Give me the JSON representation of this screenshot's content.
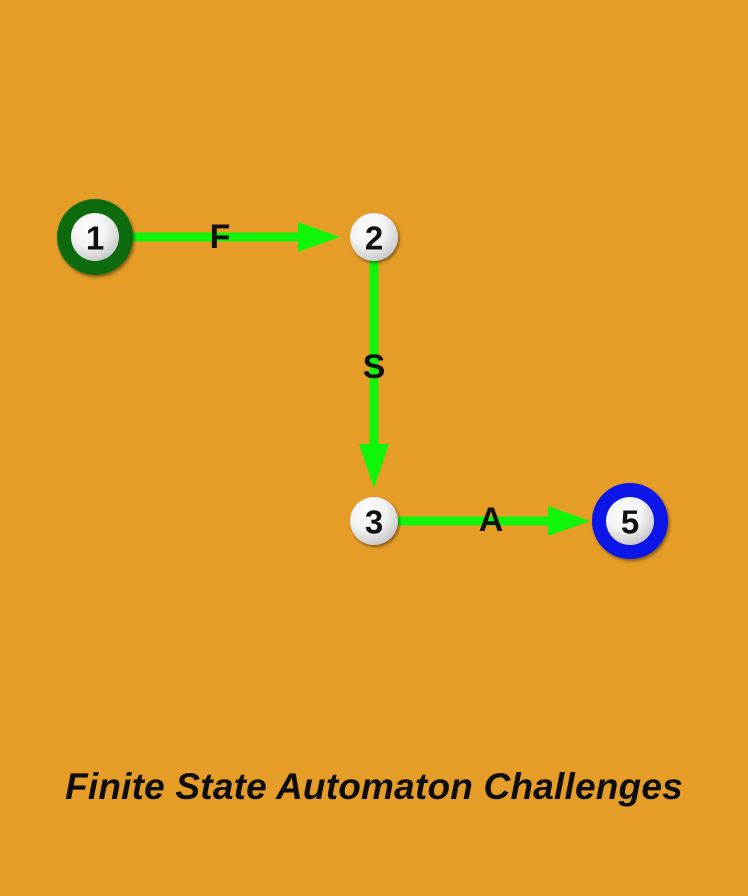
{
  "caption": "Finite State Automaton Challenges",
  "colors": {
    "background": "#E69D27",
    "edge": "#11F50B",
    "start_ring": "#0B6A0B",
    "accept_ring": "#0B12E8",
    "node_fill": "#F4F4F4"
  },
  "diagram": {
    "nodes": [
      {
        "id": "1",
        "label": "1",
        "role": "start"
      },
      {
        "id": "2",
        "label": "2",
        "role": "normal"
      },
      {
        "id": "3",
        "label": "3",
        "role": "normal"
      },
      {
        "id": "5",
        "label": "5",
        "role": "accept"
      }
    ],
    "edges": [
      {
        "from": "1",
        "to": "2",
        "label": "F"
      },
      {
        "from": "2",
        "to": "3",
        "label": "S"
      },
      {
        "from": "3",
        "to": "5",
        "label": "A"
      }
    ]
  }
}
